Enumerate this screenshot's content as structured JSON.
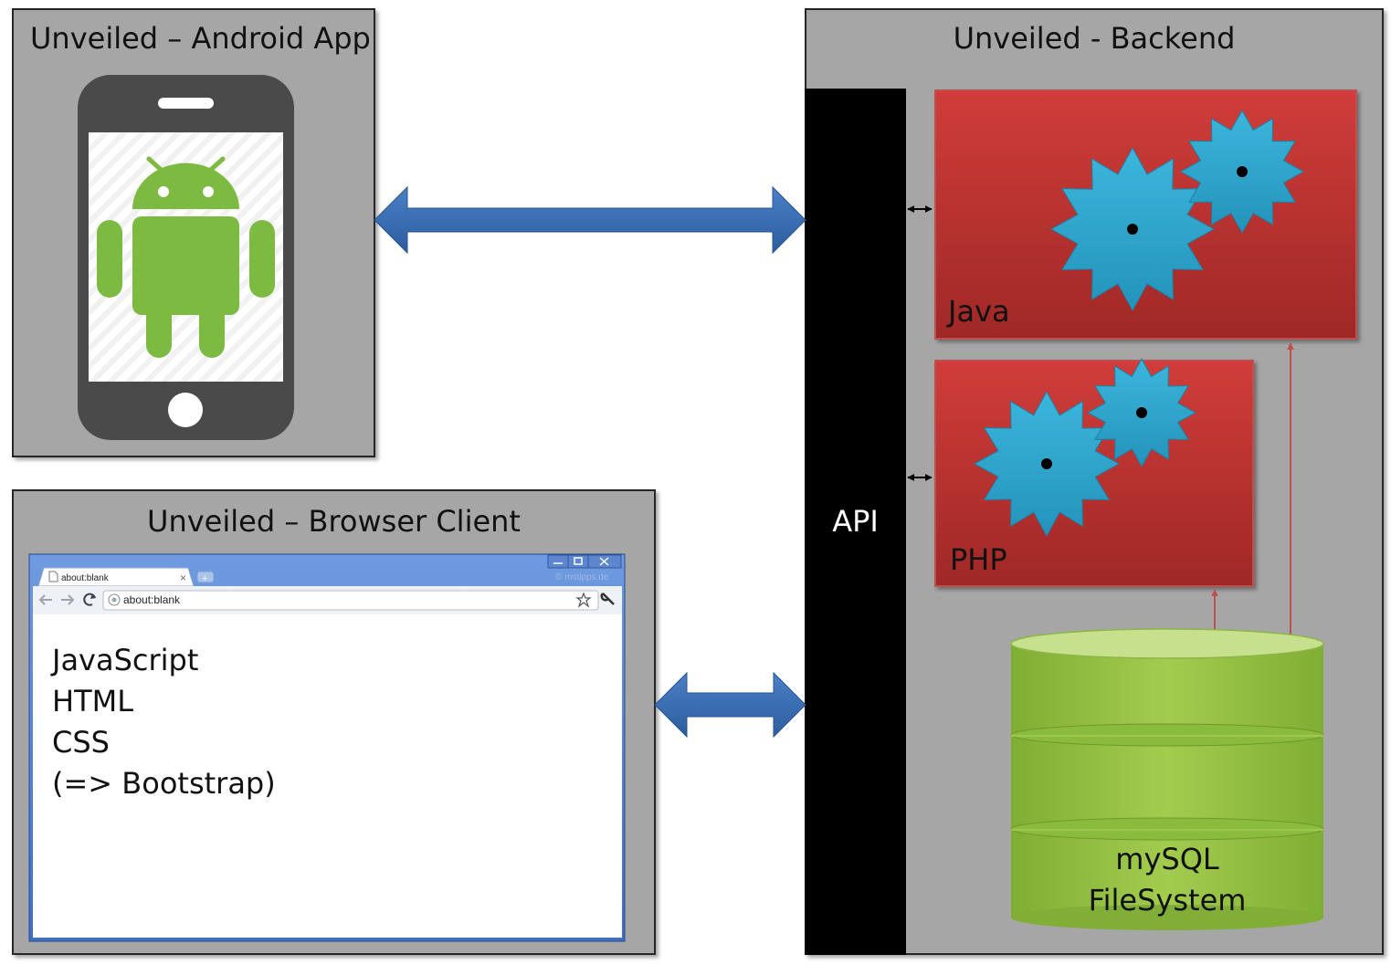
{
  "panels": {
    "android": {
      "title": "Unveiled – Android App"
    },
    "browser": {
      "title": "Unveiled – Browser Client"
    },
    "backend": {
      "title": "Unveiled - Backend"
    }
  },
  "api": {
    "label": "API"
  },
  "services": {
    "java": {
      "label": "Java"
    },
    "php": {
      "label": "PHP"
    }
  },
  "database": {
    "line1": "mySQL",
    "line2": "FileSystem"
  },
  "browser_window": {
    "tab_title": "about:blank",
    "tab_close": "×",
    "new_tab": "+",
    "watermark": "© mstipps.de",
    "address": "about:blank",
    "content_lines": [
      "JavaScript",
      "HTML",
      "CSS",
      "(=> Bootstrap)"
    ]
  },
  "colors": {
    "panel_bg": "#a6a6a6",
    "service_red": "#c0392b",
    "gear_blue": "#33a9d0",
    "db_green": "#92c040",
    "arrow_blue": "#3a6fb4",
    "android_green": "#7dba42"
  }
}
